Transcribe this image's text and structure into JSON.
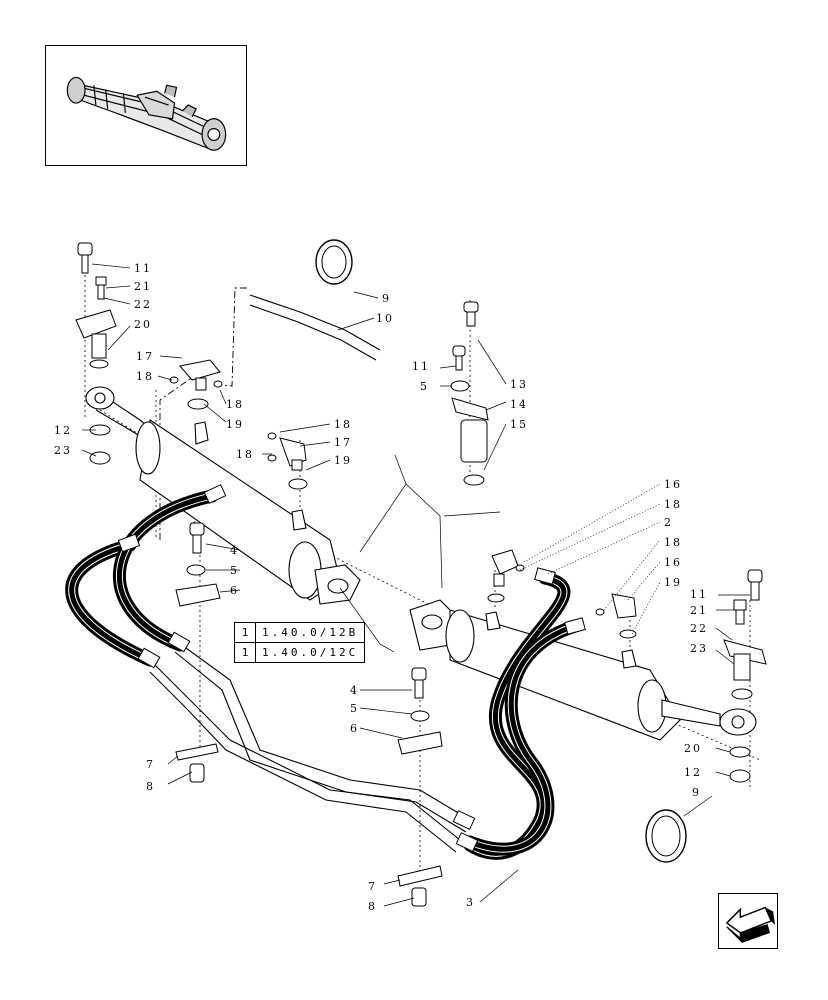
{
  "callouts": [
    {
      "id": "c11a",
      "text": "11"
    },
    {
      "id": "c21a",
      "text": "21"
    },
    {
      "id": "c22a",
      "text": "22"
    },
    {
      "id": "c20a",
      "text": "20"
    },
    {
      "id": "c17a",
      "text": "17"
    },
    {
      "id": "c18a",
      "text": "18"
    },
    {
      "id": "c18b",
      "text": "18"
    },
    {
      "id": "c19a",
      "text": "19"
    },
    {
      "id": "c12a",
      "text": "12"
    },
    {
      "id": "c23a",
      "text": "23"
    },
    {
      "id": "c9a",
      "text": "9"
    },
    {
      "id": "c10",
      "text": "10"
    },
    {
      "id": "c11b",
      "text": "11"
    },
    {
      "id": "c5a",
      "text": "5"
    },
    {
      "id": "c13",
      "text": "13"
    },
    {
      "id": "c14",
      "text": "14"
    },
    {
      "id": "c15",
      "text": "15"
    },
    {
      "id": "c18c",
      "text": "18"
    },
    {
      "id": "c17b",
      "text": "17"
    },
    {
      "id": "c18d",
      "text": "18"
    },
    {
      "id": "c19b",
      "text": "19"
    },
    {
      "id": "c16a",
      "text": "16"
    },
    {
      "id": "c18e",
      "text": "18"
    },
    {
      "id": "c2",
      "text": "2"
    },
    {
      "id": "c18f",
      "text": "18"
    },
    {
      "id": "c16b",
      "text": "16"
    },
    {
      "id": "c19c",
      "text": "19"
    },
    {
      "id": "c4a",
      "text": "4"
    },
    {
      "id": "c5b",
      "text": "5"
    },
    {
      "id": "c6a",
      "text": "6"
    },
    {
      "id": "c11c",
      "text": "11"
    },
    {
      "id": "c21b",
      "text": "21"
    },
    {
      "id": "c22b",
      "text": "22"
    },
    {
      "id": "c23b",
      "text": "23"
    },
    {
      "id": "c4b",
      "text": "4"
    },
    {
      "id": "c5c",
      "text": "5"
    },
    {
      "id": "c6b",
      "text": "6"
    },
    {
      "id": "c7a",
      "text": "7"
    },
    {
      "id": "c8a",
      "text": "8"
    },
    {
      "id": "c20b",
      "text": "20"
    },
    {
      "id": "c12b",
      "text": "12"
    },
    {
      "id": "c9b",
      "text": "9"
    },
    {
      "id": "c7b",
      "text": "7"
    },
    {
      "id": "c8b",
      "text": "8"
    },
    {
      "id": "c3",
      "text": "3"
    }
  ],
  "references": [
    {
      "qty": "1",
      "code": "1.40.0/12B"
    },
    {
      "qty": "1",
      "code": "1.40.0/12C"
    }
  ],
  "thumbnail": {
    "icon": "front-axle-icon"
  },
  "navigation": {
    "icon": "previous-page-arrow-icon"
  }
}
